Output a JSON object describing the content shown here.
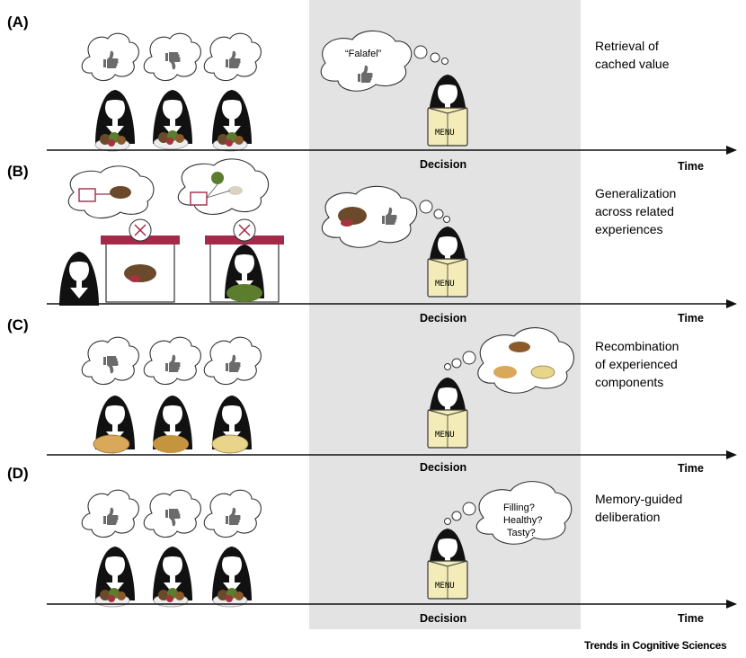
{
  "figure": {
    "credit": "Trends in Cognitive Sciences",
    "menu_label": "MENU",
    "decision_label": "Decision",
    "time_label": "Time",
    "panels": [
      {
        "letter": "(A)",
        "description": [
          "Retrieval of",
          "cached value"
        ],
        "bubble_text": [
          "“Falafel”"
        ]
      },
      {
        "letter": "(B)",
        "description": [
          "Generalization",
          "across related",
          "experiences"
        ]
      },
      {
        "letter": "(C)",
        "description": [
          "Recombination",
          "of experienced",
          "components"
        ]
      },
      {
        "letter": "(D)",
        "description": [
          "Memory-guided",
          "deliberation"
        ],
        "bubble_text": [
          "Filling?",
          "Healthy?",
          "Tasty?"
        ]
      }
    ]
  },
  "colors": {
    "decision_band": "#e3e3e3",
    "menu_fill": "#f3ecb8",
    "awning": "#a52a4a",
    "thumb": "#6b6b6b",
    "hair": "#111111"
  },
  "icons": {
    "thumbs_up": "thumbs-up-icon",
    "thumbs_down": "thumbs-down-icon",
    "person": "person-icon",
    "menu": "menu-icon"
  }
}
